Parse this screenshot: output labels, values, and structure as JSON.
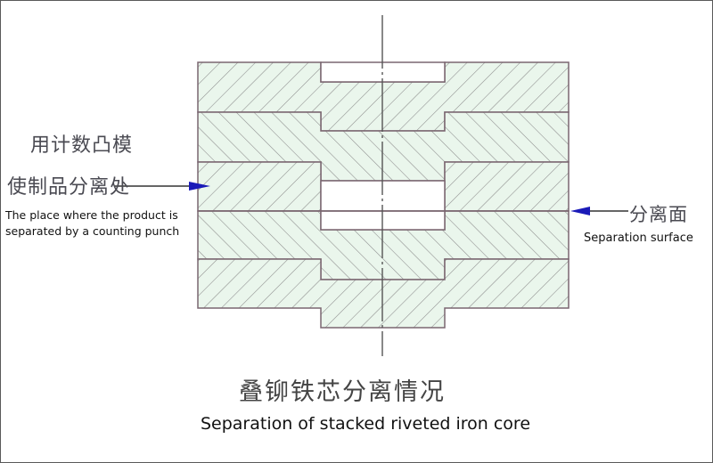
{
  "figure": {
    "title_cn": "叠铆铁芯分离情况",
    "title_en": "Separation of stacked riveted iron core",
    "colors": {
      "fill": "#eaf6ec",
      "hatch": "#8c8c8c",
      "outline": "#7a6670",
      "arrow": "#1a1ab8",
      "leader": "#333333",
      "centerline": "#555555"
    }
  },
  "annotations": {
    "left": {
      "cn_line1": "用计数凸模",
      "cn_line2": "使制品分离处",
      "en_line1": "The place where the product is",
      "en_line2": "separated by a counting punch"
    },
    "right": {
      "cn": "分离面",
      "en": "Separation surface"
    }
  },
  "diagram": {
    "layers": [
      {
        "name": "layer-1",
        "hatch": "forward"
      },
      {
        "name": "layer-2",
        "hatch": "backward"
      },
      {
        "name": "layer-3",
        "hatch": "forward"
      },
      {
        "name": "layer-4",
        "hatch": "backward"
      },
      {
        "name": "layer-5",
        "hatch": "forward"
      }
    ],
    "separation_between_layers": [
      3,
      4
    ]
  }
}
